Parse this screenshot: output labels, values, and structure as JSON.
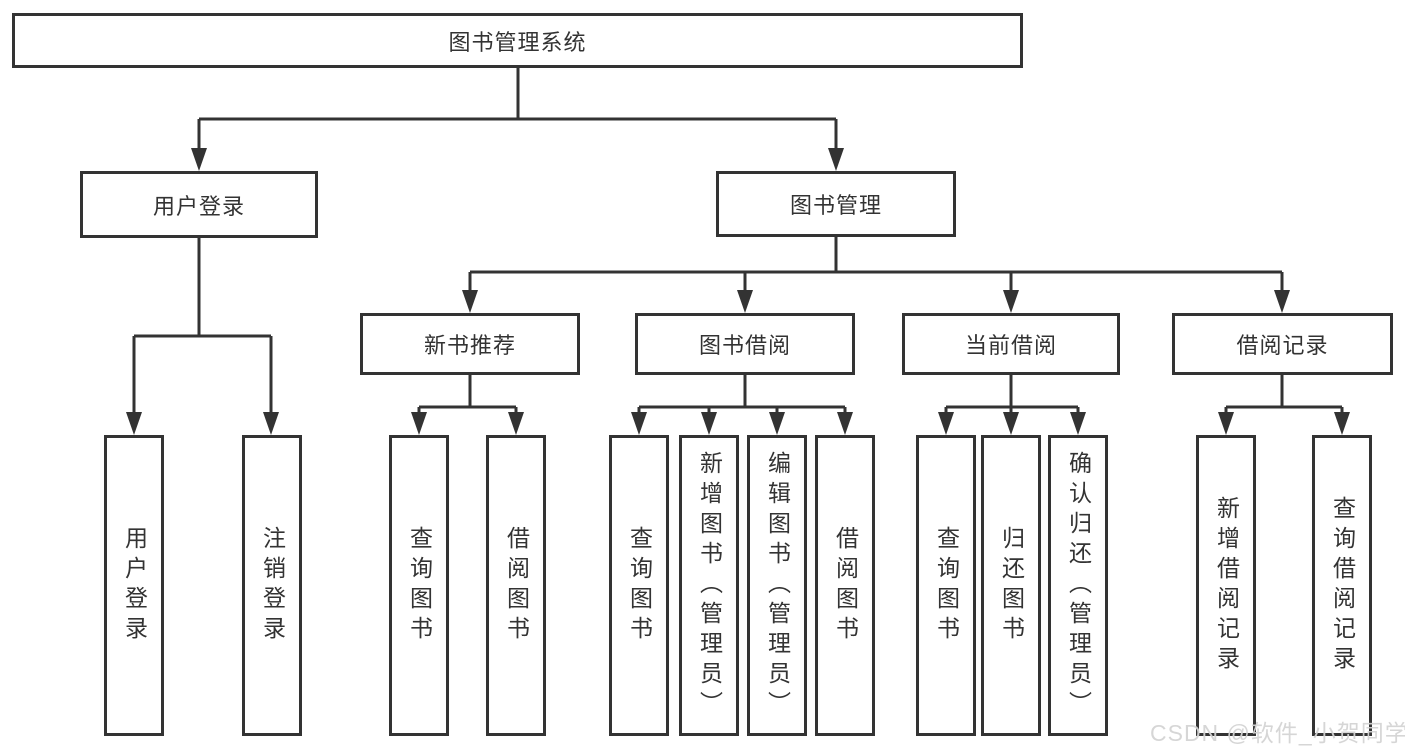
{
  "diagram": {
    "title": "图书管理系统",
    "modules": [
      {
        "label": "用户登录",
        "features": [
          {
            "label": "用户登录"
          },
          {
            "label": "注销登录"
          }
        ]
      },
      {
        "label": "图书管理",
        "submodules": [
          {
            "label": "新书推荐",
            "features": [
              {
                "label": "查询图书"
              },
              {
                "label": "借阅图书"
              }
            ]
          },
          {
            "label": "图书借阅",
            "features": [
              {
                "label": "查询图书"
              },
              {
                "label": "新增图书（管理员）"
              },
              {
                "label": "编辑图书（管理员）"
              },
              {
                "label": "借阅图书"
              }
            ]
          },
          {
            "label": "当前借阅",
            "features": [
              {
                "label": "查询图书"
              },
              {
                "label": "归还图书"
              },
              {
                "label": "确认归还（管理员）"
              }
            ]
          },
          {
            "label": "借阅记录",
            "features": [
              {
                "label": "新增借阅记录"
              },
              {
                "label": "查询借阅记录"
              }
            ]
          }
        ]
      }
    ]
  },
  "watermark": {
    "text": "CSDN @软件_小贺同学"
  },
  "colors": {
    "line": "#333333",
    "box_border": "#333333",
    "text": "#333333",
    "background": "#ffffff",
    "watermark": "#d4d4d4"
  }
}
